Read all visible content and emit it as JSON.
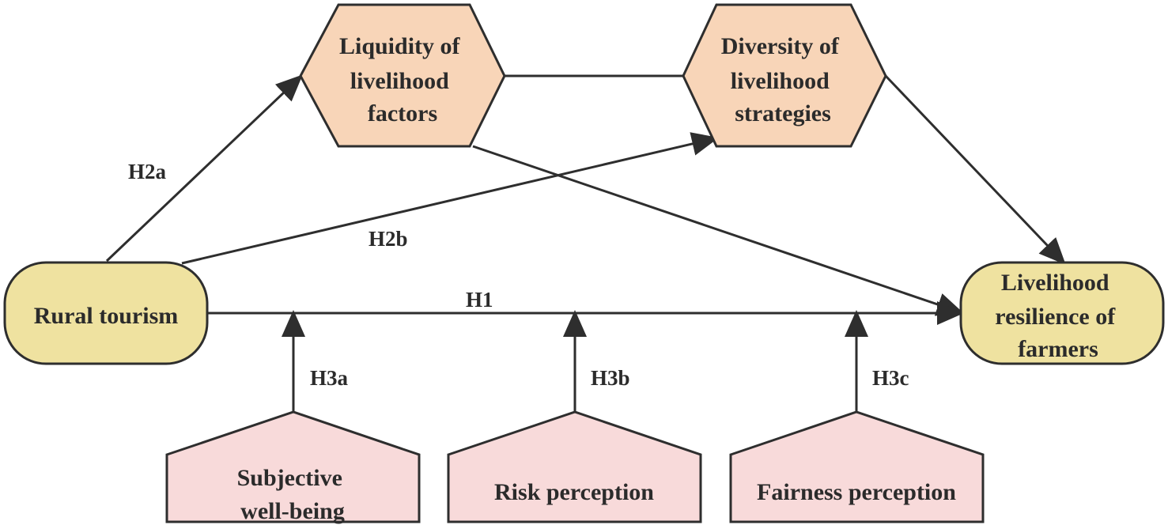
{
  "colors": {
    "hexagon_fill": "#f8d5b8",
    "rounded_fill": "#efe2a0",
    "pentagon_fill": "#f8dada",
    "stroke": "#2e2e2e",
    "text": "#2b2b2b"
  },
  "nodes": {
    "liquidity": {
      "lines": [
        "Liquidity of",
        "livelihood",
        "factors"
      ]
    },
    "diversity": {
      "lines": [
        "Diversity of",
        "livelihood",
        "strategies"
      ]
    },
    "rural_tourism": {
      "lines": [
        "Rural tourism"
      ]
    },
    "resilience": {
      "lines": [
        "Livelihood",
        "resilience of",
        "farmers"
      ]
    },
    "subjective": {
      "lines": [
        "Subjective",
        "well-being"
      ]
    },
    "risk": {
      "lines": [
        "Risk perception"
      ]
    },
    "fairness": {
      "lines": [
        "Fairness perception"
      ]
    }
  },
  "edge_labels": {
    "h1": "H1",
    "h2a": "H2a",
    "h2b": "H2b",
    "h3a": "H3a",
    "h3b": "H3b",
    "h3c": "H3c"
  }
}
